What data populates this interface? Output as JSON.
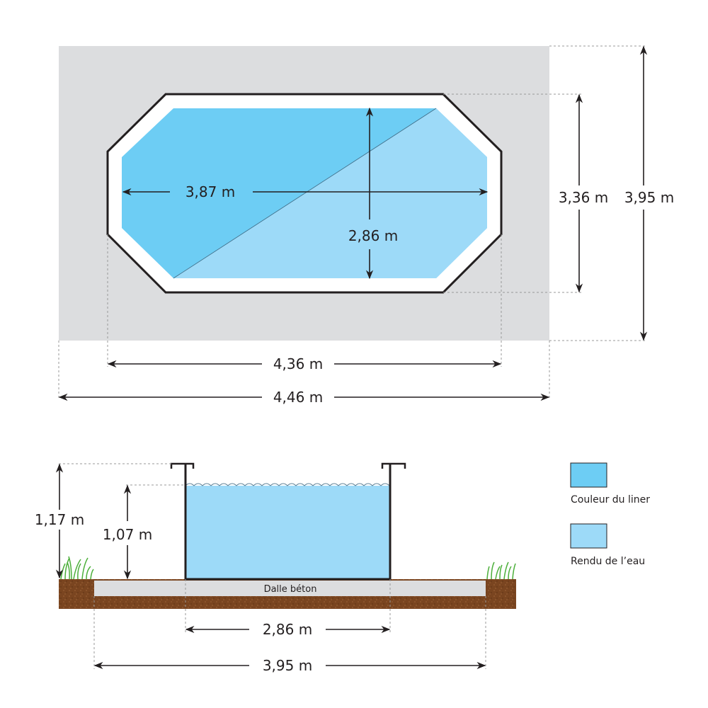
{
  "top_view": {
    "inner_length": "3,87 m",
    "inner_width": "2,86 m",
    "outer_width": "3,36 m",
    "footprint_width": "3,95 m",
    "outer_length": "4,36 m",
    "footprint_length": "4,46 m"
  },
  "section_view": {
    "total_height": "1,17 m",
    "water_height": "1,07 m",
    "slab_label": "Dalle béton",
    "inner_width": "2,86 m",
    "slab_width": "3,95 m"
  },
  "legend": {
    "items": [
      {
        "label": "Couleur du liner",
        "color": "#6dcdf4"
      },
      {
        "label": "Rendu de l’eau",
        "color": "#9ddaf8"
      }
    ]
  },
  "colors": {
    "liner": "#6dcdf4",
    "water": "#9ddaf8",
    "slab": "#dcdddf",
    "soil": "#7a4520",
    "grass": "#4caf3a"
  }
}
